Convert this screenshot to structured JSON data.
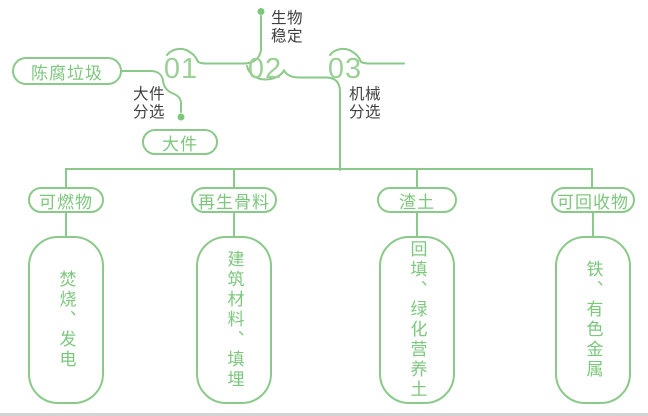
{
  "palette": {
    "green_line": "#8BC98B",
    "green_text": "#7CC77C",
    "green_number": "#9CD096",
    "dark_text": "#3F3F3F",
    "band_gray": "#D4D4D4"
  },
  "diagram": {
    "source_label": "陈腐垃圾",
    "stages": [
      {
        "number": "01",
        "label": "大件\n分选",
        "output": "大件"
      },
      {
        "number": "02",
        "label": "生物\n稳定"
      },
      {
        "number": "03",
        "label": "机械\n分选"
      }
    ],
    "branches": [
      {
        "pill": "可燃物",
        "outcome": "焚烧、发电"
      },
      {
        "pill": "再生骨料",
        "outcome": "建筑材料、填埋"
      },
      {
        "pill": "渣土",
        "outcome": "回填、绿化营养土"
      },
      {
        "pill": "可回收物",
        "outcome": "铁、有色金属"
      }
    ]
  }
}
